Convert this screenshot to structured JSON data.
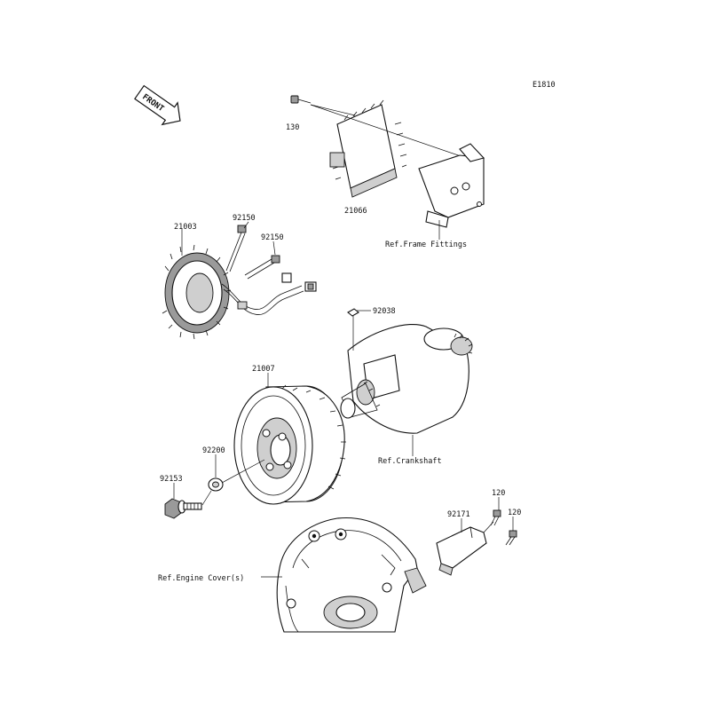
{
  "diagram_code": "E1810",
  "front_arrow_label": "FRONT",
  "parts": {
    "p130": "130",
    "p21066": "21066",
    "ref_frame": "Ref.Frame Fittings",
    "p21003": "21003",
    "p92150a": "92150",
    "p92150b": "92150",
    "p92038": "92038",
    "p21007": "21007",
    "ref_crank": "Ref.Crankshaft",
    "p92200": "92200",
    "p92153": "92153",
    "p120a": "120",
    "p120b": "120",
    "p92171": "92171",
    "ref_engine_cover": "Ref.Engine Cover(s)"
  }
}
